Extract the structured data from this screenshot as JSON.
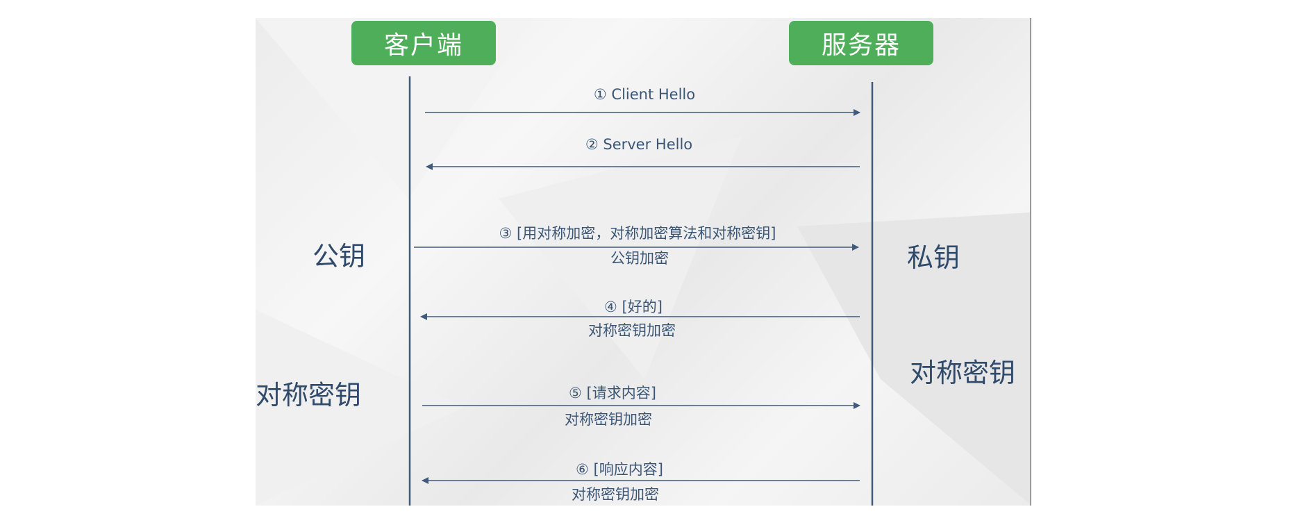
{
  "actors": {
    "client": "客户端",
    "server": "服务器"
  },
  "side_labels": {
    "client_key1": "公钥",
    "server_key1": "私钥",
    "client_key2": "对称密钥",
    "server_key2": "对称密钥"
  },
  "messages": [
    {
      "label": "① Client Hello",
      "sub": "",
      "direction": "right"
    },
    {
      "label": "② Server Hello",
      "sub": "",
      "direction": "left"
    },
    {
      "label": "③ [用对称加密，对称加密算法和对称密钥]",
      "sub": "公钥加密",
      "direction": "right"
    },
    {
      "label": "④ [好的]",
      "sub": "对称密钥加密",
      "direction": "left"
    },
    {
      "label": "⑤ [请求内容]",
      "sub": "对称密钥加密",
      "direction": "right"
    },
    {
      "label": "⑥ [响应内容]",
      "sub": "对称密钥加密",
      "direction": "left"
    }
  ],
  "colors": {
    "green": "#4fae5a",
    "line": "#3f5a7a"
  }
}
